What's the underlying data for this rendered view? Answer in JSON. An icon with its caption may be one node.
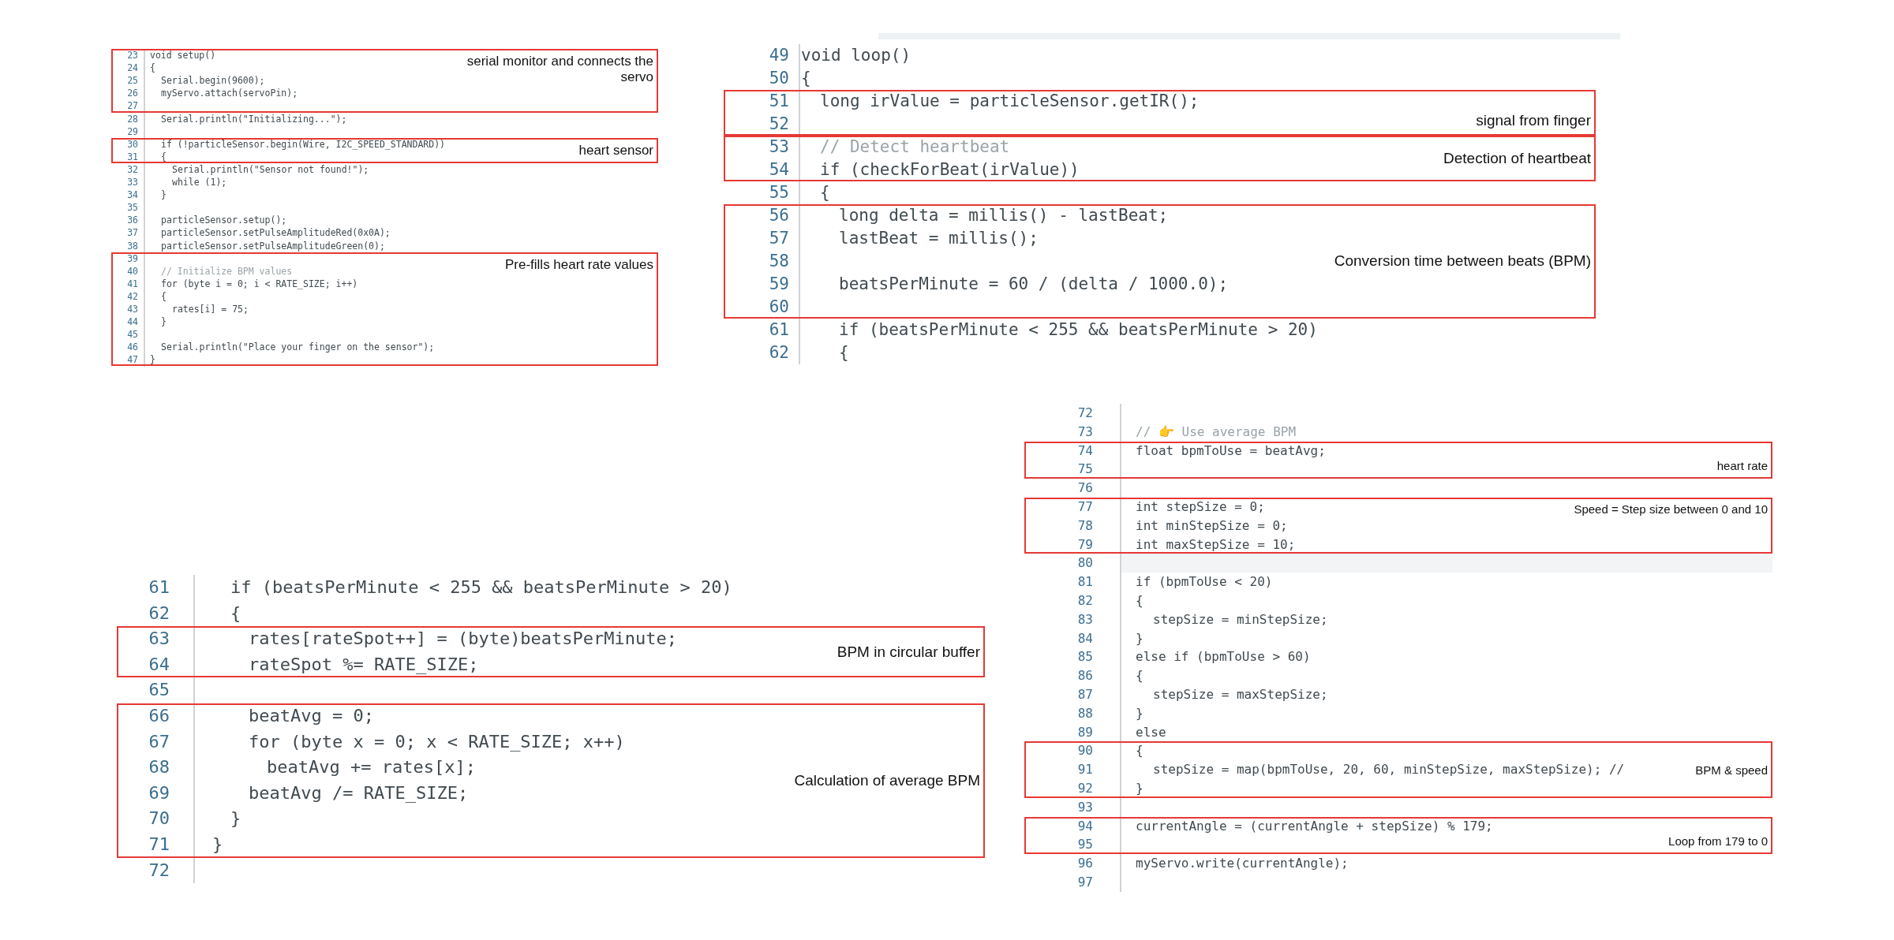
{
  "diagram": {
    "nodes": [
      {
        "text": [
          "serial monitor and connects the servo"
        ]
      },
      {
        "text": [
          "heart sensor"
        ]
      },
      {
        "text": [
          "Pre-fills heart rate values"
        ]
      },
      {
        "text": [
          "signal from finger"
        ]
      },
      {
        "text": [
          "Detection of heartbeat"
        ]
      },
      {
        "text": [
          "Conversion time between beats (BPM)"
        ]
      },
      {
        "text": [
          "BPM in circular buffer"
        ]
      },
      {
        "text": [
          "Calculation of average BPM"
        ]
      },
      {
        "text": [
          "heart rate"
        ]
      },
      {
        "text": [
          "Speed = Step size between 0 and 10"
        ]
      },
      {
        "text": [
          "BPM & speed"
        ]
      },
      {
        "text": [
          "Loop from 179 to 0"
        ]
      }
    ],
    "labels": [
      "23",
      "void setup()",
      "24",
      "{",
      "25",
      "Serial.begin(9600);",
      "26",
      "myServo.attach(servoPin);",
      "27",
      "28",
      "Serial.println(\"Initializing...\");",
      "29",
      "30",
      "if (!particleSensor.begin(Wire, I2C_SPEED_STANDARD))",
      "31",
      "{",
      "32",
      "Serial.println(\"Sensor not found!\");",
      "33",
      "while (1);",
      "34",
      "}",
      "35",
      "36",
      "particleSensor.setup();",
      "37",
      "particleSensor.setPulseAmplitudeRed(0x0A);",
      "38",
      "particleSensor.setPulseAmplitudeGreen(0);",
      "39",
      "40",
      "// Initialize BPM values",
      "41",
      "for (byte i = 0; i < RATE_SIZE; i++)",
      "42",
      "{",
      "43",
      "rates[i] = 75;",
      "44",
      "}",
      "45",
      "46",
      "Serial.println(\"Place your finger on the sensor\");",
      "47",
      "}",
      "49",
      "void loop()",
      "50",
      "{",
      "51",
      "long irValue = particleSensor.getIR();",
      "52",
      "53",
      "// Detect heartbeat",
      "54",
      "if (checkForBeat(irValue))",
      "55",
      "{",
      "56",
      "long delta = millis() - lastBeat;",
      "57",
      "lastBeat = millis();",
      "58",
      "59",
      "beatsPerMinute = 60 / (delta / 1000.0);",
      "60",
      "61",
      "if (beatsPerMinute < 255 && beatsPerMinute > 20)",
      "62",
      "{",
      "61",
      "if (beatsPerMinute < 255 && beatsPerMinute > 20)",
      "62",
      "{",
      "63",
      "rates[rateSpot++] = (byte)beatsPerMinute;",
      "64",
      "rateSpot %= RATE_SIZE;",
      "65",
      "66",
      "beatAvg = 0;",
      "67",
      "for (byte x = 0; x < RATE_SIZE; x++)",
      "68",
      "beatAvg += rates[x];",
      "69",
      "beatAvg /= RATE_SIZE;",
      "70",
      "}",
      "71",
      "}",
      "72",
      "72",
      "73",
      "// 👉 Use average BPM",
      "74",
      "float bpmToUse = beatAvg;",
      "75",
      "76",
      "77",
      "int stepSize = 0;",
      "78",
      "int minStepSize = 0;",
      "79",
      "int maxStepSize = 10;",
      "80",
      "81",
      "if (bpmToUse < 20)",
      "82",
      "{",
      "83",
      "stepSize = minStepSize;",
      "84",
      "}",
      "85",
      "else if (bpmToUse > 60)",
      "86",
      "{",
      "87",
      "stepSize = maxStepSize;",
      "88",
      "}",
      "89",
      "else",
      "90",
      "{",
      "91",
      "stepSize = map(bpmToUse, 20, 60, minStepSize, maxStepSize); //",
      "92",
      "}",
      "93",
      "94",
      "currentAngle = (currentAngle + stepSize) % 179;",
      "95",
      "96",
      "myServo.write(currentAngle);",
      "97"
    ]
  }
}
